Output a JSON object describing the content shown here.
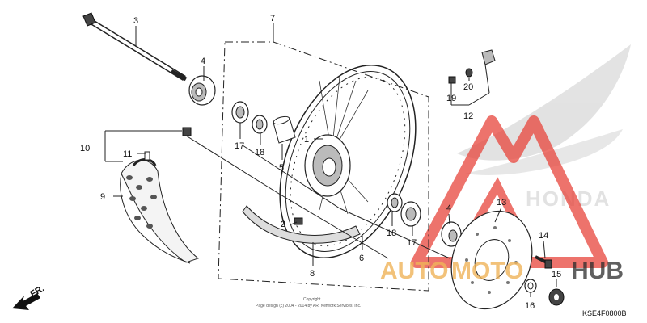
{
  "callouts": {
    "c1": "1",
    "c2": "2",
    "c3": "3",
    "c4a": "4",
    "c4b": "4",
    "c5": "5",
    "c6": "6",
    "c7": "7",
    "c8": "8",
    "c9": "9",
    "c10": "10",
    "c11": "11",
    "c12": "12",
    "c13": "13",
    "c14": "14",
    "c15": "15",
    "c16": "16",
    "c17a": "17",
    "c17b": "17",
    "c18a": "18",
    "c18b": "18",
    "c19": "19",
    "c20": "20"
  },
  "direction_label": "FR.",
  "copyright": "Page design (c) 2004 - 2014 by ARI Network Services, Inc.",
  "copyright_header": "Copyright",
  "diagram_code": "KSE4F0800B",
  "watermark": {
    "brand_part1": "AUTO",
    "brand_part2": "MOTO",
    "brand_part3": "HUB",
    "accent_color": "#e8453c",
    "orange_color": "#f0b45a"
  }
}
